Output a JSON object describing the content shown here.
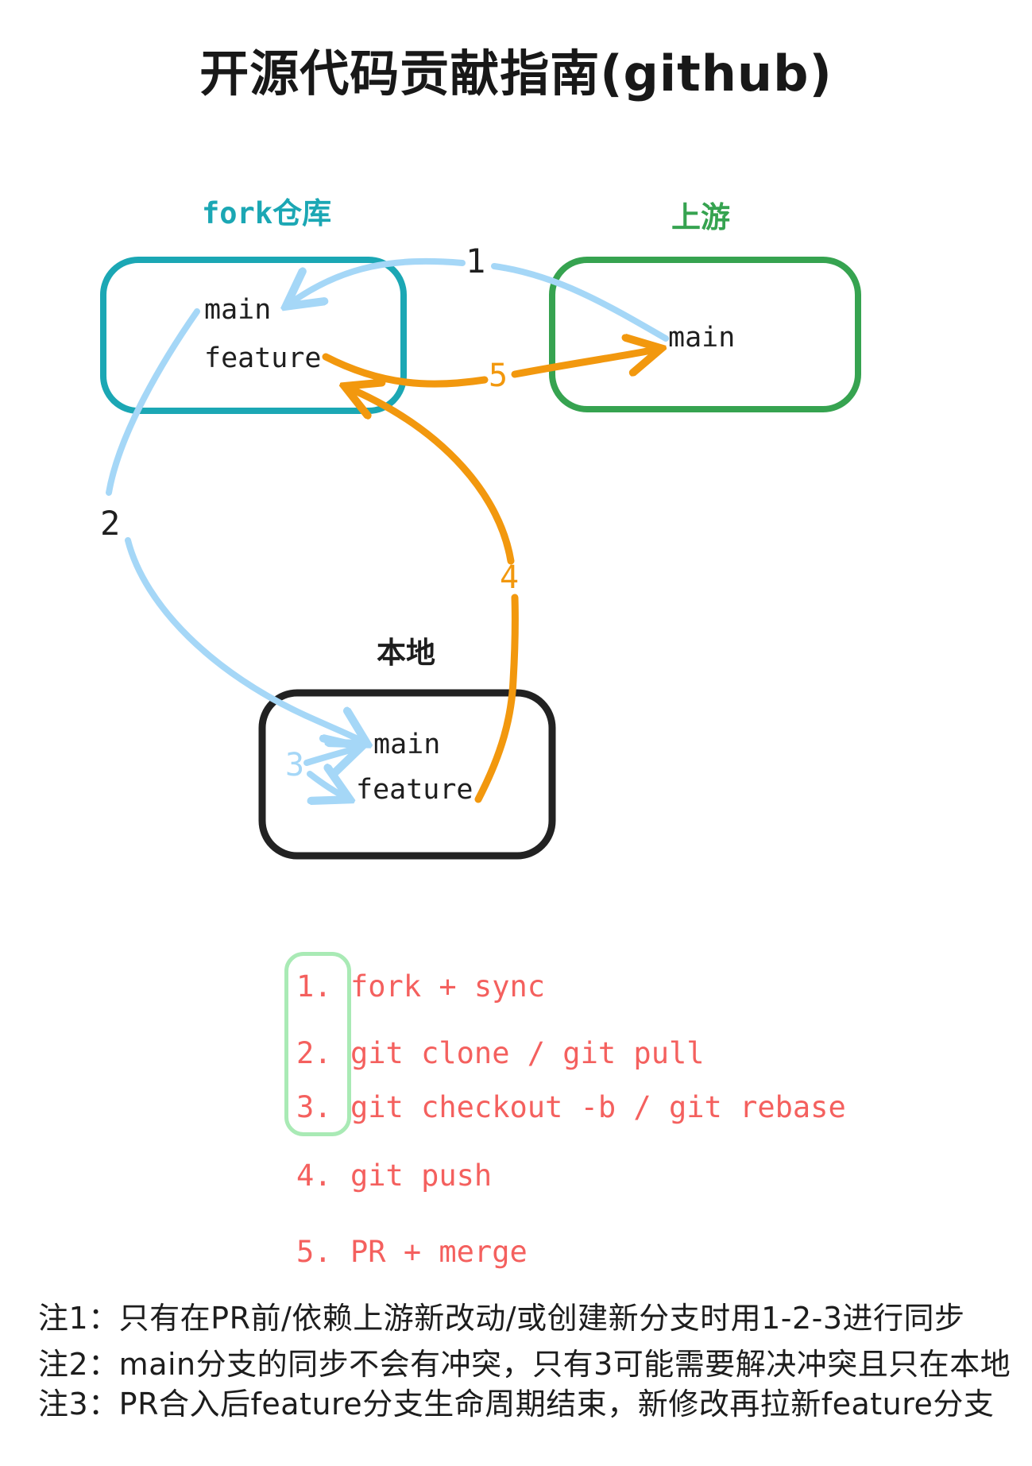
{
  "title": "开源代码贡献指南(github)",
  "diagram": {
    "fork": {
      "label": "fork仓库",
      "main": "main",
      "feature": "feature"
    },
    "upstream": {
      "label": "上游",
      "main": "main"
    },
    "local": {
      "label": "本地",
      "main": "main",
      "feature": "feature"
    },
    "arrow_labels": {
      "s1": "1",
      "s2": "2",
      "s3": "3",
      "s4": "4",
      "s5": "5"
    }
  },
  "steps": [
    {
      "num": "1.",
      "label": "fork + sync"
    },
    {
      "num": "2.",
      "label": "git clone / git pull"
    },
    {
      "num": "3.",
      "label": "git checkout -b / git rebase"
    },
    {
      "num": "4.",
      "label": "git push"
    },
    {
      "num": "5.",
      "label": "PR + merge"
    }
  ],
  "notes": [
    "注1：只有在PR前/依赖上游新改动/或创建新分支时用1-2-3进行同步",
    "注2：main分支的同步不会有冲突，只有3可能需要解决冲突且只在本地",
    "注3：PR合入后feature分支生命周期结束，新修改再拉新feature分支"
  ],
  "colors": {
    "teal": "#1ba7b4",
    "green": "#36a350",
    "light_blue": "#a5d7f7",
    "orange": "#f2980e",
    "red": "#f4605e",
    "list_border_green": "#a9eab5",
    "ink": "#1d1d1d"
  }
}
